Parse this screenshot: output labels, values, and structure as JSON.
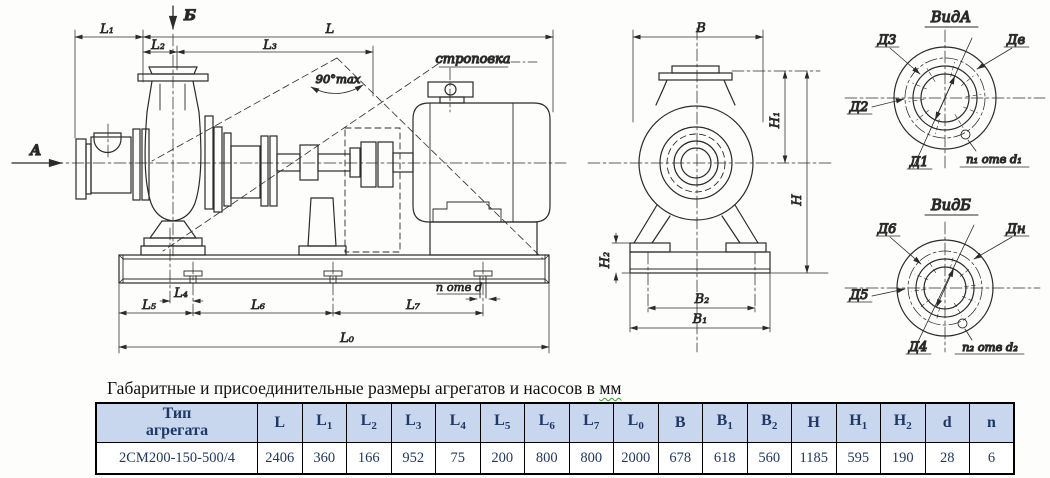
{
  "drawing": {
    "ink": "#2b2b2b",
    "labels": {
      "arrow_a": "А",
      "arrow_b": "Б",
      "dim_l": "L",
      "dim_l1": "L₁",
      "dim_l2": "L₂",
      "dim_l3": "L₃",
      "dim_l4": "L₄",
      "dim_l5": "L₅",
      "dim_l6": "L₆",
      "dim_l7": "L₇",
      "dim_l0": "L₀",
      "n_holes_base": "n отв d",
      "sling": "строповка",
      "sling_angle": "90°max",
      "dim_b": "B",
      "dim_b1": "B₁",
      "dim_b2": "B₂",
      "dim_h": "H",
      "dim_h1": "H₁",
      "dim_h2": "H₂",
      "view_a_title": "ВидА",
      "view_b_title": "ВидБ",
      "d1": "Д1",
      "d2": "Д2",
      "d3": "Д3",
      "dv": "Дв",
      "n1": "n₁ отв d₁",
      "d4": "Д4",
      "d5": "Д5",
      "d6": "Д6",
      "dn": "Дн",
      "n2": "n₂ отв d₂"
    }
  },
  "table": {
    "title_main": "Габаритные и присоединительные размеры агрегатов и насосов в ",
    "title_unit": "мм",
    "header_bg": "#c9d7ee",
    "text_color": "#1f3864",
    "columns": [
      {
        "base": "Тип\nагрегата",
        "sub": ""
      },
      {
        "base": "L",
        "sub": ""
      },
      {
        "base": "L",
        "sub": "1"
      },
      {
        "base": "L",
        "sub": "2"
      },
      {
        "base": "L",
        "sub": "3"
      },
      {
        "base": "L",
        "sub": "4"
      },
      {
        "base": "L",
        "sub": "5"
      },
      {
        "base": "L",
        "sub": "6"
      },
      {
        "base": "L",
        "sub": "7"
      },
      {
        "base": "L",
        "sub": "0"
      },
      {
        "base": "B",
        "sub": ""
      },
      {
        "base": "B",
        "sub": "1"
      },
      {
        "base": "B",
        "sub": "2"
      },
      {
        "base": "H",
        "sub": ""
      },
      {
        "base": "H",
        "sub": "1"
      },
      {
        "base": "H",
        "sub": "2"
      },
      {
        "base": "d",
        "sub": ""
      },
      {
        "base": "n",
        "sub": ""
      }
    ],
    "rows": [
      [
        "2СМ200-150-500/4",
        "2406",
        "360",
        "166",
        "952",
        "75",
        "200",
        "800",
        "800",
        "2000",
        "678",
        "618",
        "560",
        "1185",
        "595",
        "190",
        "28",
        "6"
      ]
    ]
  }
}
